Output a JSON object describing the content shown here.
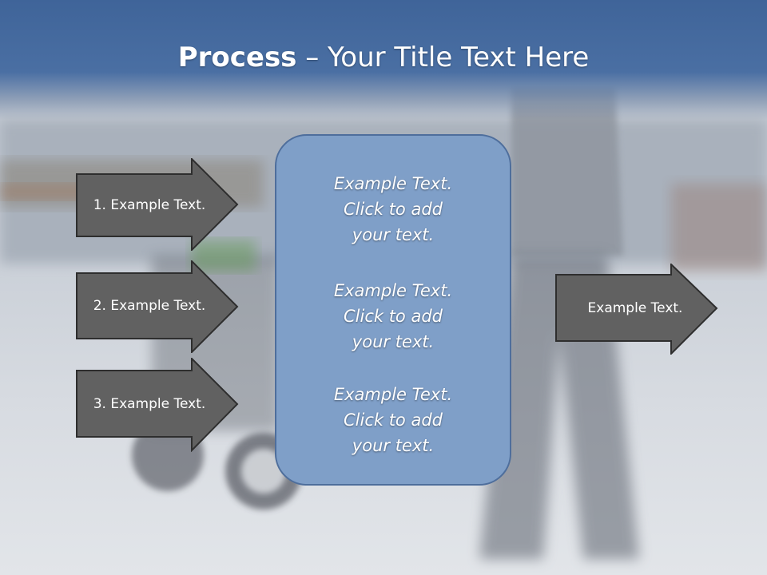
{
  "slide": {
    "title_bold": "Process",
    "title_rest": " – Your Title Text Here"
  },
  "left_arrows": [
    {
      "label": "1. Example Text."
    },
    {
      "label": "2. Example Text."
    },
    {
      "label": "3. Example Text."
    }
  ],
  "center_box": {
    "items": [
      {
        "text": "Example Text.\nClick  to add\nyour text."
      },
      {
        "text": "Example Text.\nClick  to add\nyour text."
      },
      {
        "text": "Example Text.\nClick  to add\nyour text."
      }
    ]
  },
  "right_arrow": {
    "label": "Example Text."
  },
  "colors": {
    "header": "#4a6fa3",
    "arrow_fill": "#616161",
    "box_fill": "#7f9fc8"
  }
}
